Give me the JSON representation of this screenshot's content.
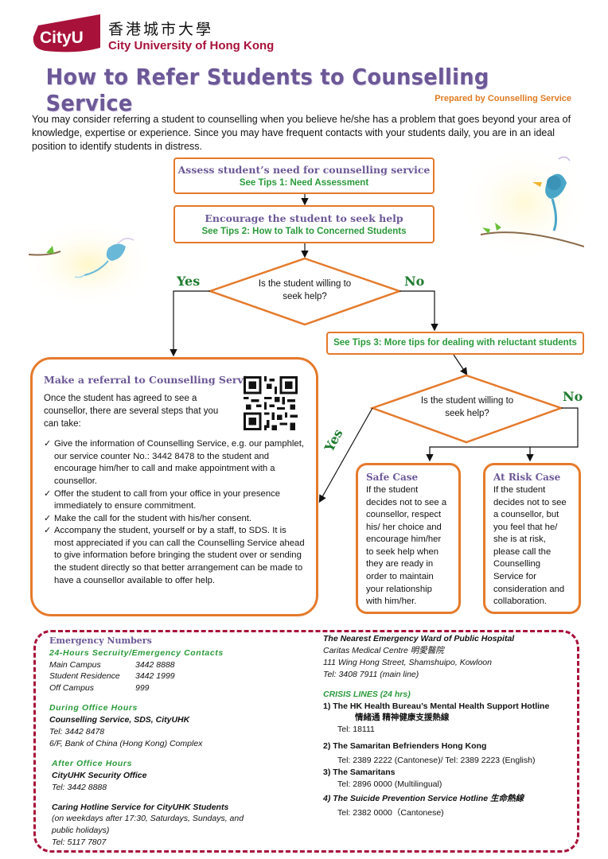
{
  "logo": {
    "badge_text": "CityU",
    "chinese_name": "香港城市大學",
    "english_name": "City University of Hong Kong"
  },
  "title": "How to Refer Students to Counselling Service",
  "prepared_by": "Prepared by Counselling Service",
  "intro": "You may consider referring a student to counselling when you believe he/she has a problem that goes beyond your area of knowledge, expertise or experience. Since you may have frequent contacts with your students daily, you are in an ideal position to identify students in distress.",
  "flow": {
    "step1_title": "Assess student’s need for counselling service",
    "step1_tip": "See Tips 1: Need Assessment",
    "step2_title": "Encourage the student to seek help",
    "step2_tip": "See Tips 2: How to Talk to Concerned Students",
    "decision1": "Is the student willing to seek help?",
    "yes1": "Yes",
    "no1": "No",
    "tips3": "See Tips 3: More tips for dealing with reluctant students",
    "decision2": "Is the student willing to seek help?",
    "yes2": "Yes",
    "no2": "No"
  },
  "referral": {
    "title": "Make a referral to Counselling Service",
    "lead": "Once the student has agreed to see a counsellor, there are several steps that you can take:",
    "items": [
      "Give the information of Counselling Service, e.g. our pamphlet, our service counter No.: 3442 8478 to the student and encourage him/her to call and make appointment with a counsellor.",
      "Offer the student to call from your office in your presence immediately to ensure commitment.",
      "Make the call for the student with his/her consent.",
      "Accompany the student, yourself or by a staff, to SDS. It is most appreciated if you can call the Counselling Service ahead to give information before bringing the student over or sending the student directly so that better arrangement can be made to have a counsellor available to offer help."
    ]
  },
  "safe_case": {
    "title": "Safe Case",
    "text": "If the student decides not to see a counsellor, respect his/ her choice and encourage him/her to seek help when they are ready in order to maintain your relationship with him/her."
  },
  "risk_case": {
    "title": "At Risk Case",
    "text": "If the student decides not to see a counsellor, but you feel that he/ she is at risk, please call the Counselling Service for consideration and collaboration."
  },
  "contacts": {
    "emergency_title": "Emergency Numbers",
    "security_head": "24-Hours Secruity/Emergency Contacts",
    "security_rows": [
      {
        "place": "Main Campus",
        "number": "3442 8888"
      },
      {
        "place": "Student Residence",
        "number": "3442 1999"
      },
      {
        "place": "Off Campus",
        "number": "999"
      }
    ],
    "office_head": "During Office Hours",
    "office_name": "Counselling Service, SDS, CityUHK",
    "office_tel": "Tel: 3442 8478",
    "office_addr": "6/F, Bank of China (Hong Kong) Complex",
    "after_head": "After Office Hours",
    "after_name": "CityUHK Security Office",
    "after_tel": "Tel: 3442 8888",
    "caring_title": "Caring Hotline Service for CityUHK Students",
    "caring_note": "(on weekdays after 17:30, Saturdays, Sundays, and public holidays)",
    "caring_tel": "Tel: 5117 7807",
    "ward_title": "The Nearest Emergency Ward of Public Hospital",
    "ward_name": "Caritas Medical Centre 明愛醫院",
    "ward_addr": "111 Wing Hong Street, Shamshuipo, Kowloon",
    "ward_tel": "Tel: 3408 7911 (main line)",
    "crisis_head": "CRISIS LINES (24 hrs)",
    "crisis": [
      {
        "name": "1) The HK Health Bureau’s Mental Health Support Hotline",
        "sub": "情緒通 精神健康支援熱線",
        "tel": "Tel: 18111"
      },
      {
        "name": "2) The Samaritan Befrienders Hong Kong",
        "sub": "",
        "tel": "Tel: 2389 2222 (Cantonese)/  Tel: 2389 2223 (English)"
      },
      {
        "name": "3) The Samaritans",
        "sub": "",
        "tel": "Tel: 2896 0000 (Multilingual)"
      },
      {
        "name": "4)  The Suicide Prevention Service Hotline 生命熱線",
        "sub": "",
        "tel": "Tel: 2382 0000（Cantonese)"
      }
    ]
  },
  "colors": {
    "accent_orange": "#e57a2c",
    "title_purple": "#6c5897",
    "tip_green": "#2a9a3a",
    "brand_red": "#a8123a"
  }
}
